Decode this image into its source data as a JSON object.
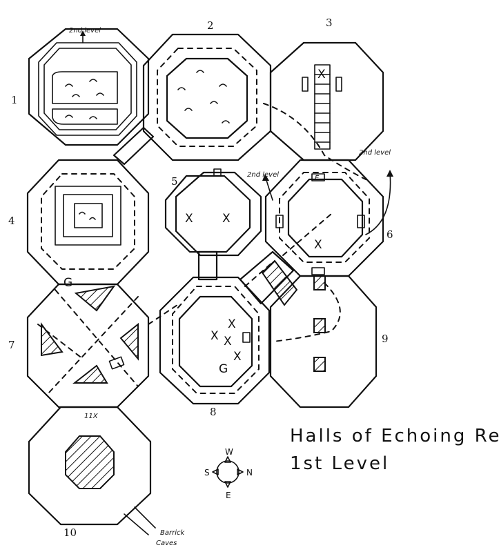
{
  "title": {
    "line1": "Halls of Echoing Repose,",
    "line2": "1st Level"
  },
  "rooms": [
    {
      "number": "1"
    },
    {
      "number": "2"
    },
    {
      "number": "3"
    },
    {
      "number": "4"
    },
    {
      "number": "5"
    },
    {
      "number": "6"
    },
    {
      "number": "7"
    },
    {
      "number": "8"
    },
    {
      "number": "9"
    },
    {
      "number": "10"
    }
  ],
  "annotations": {
    "second_level_1": "2nd level",
    "second_level_3": "2nd level",
    "second_level_6": "2nd level",
    "exit_label_1": "Barrick",
    "exit_label_2": "Caves",
    "room11_marker": "11X"
  },
  "markers": {
    "x": "X",
    "g": "G",
    "e": "E"
  },
  "compass": {
    "north": "N",
    "south": "S",
    "east": "E",
    "west": "W"
  }
}
